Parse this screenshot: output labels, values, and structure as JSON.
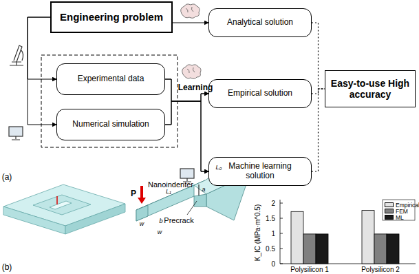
{
  "diagram": {
    "nodes": [
      {
        "text": [
          "Engineering problem"
        ]
      },
      {
        "text": [
          "Analytical solution"
        ]
      },
      {
        "text": [
          "Empirical solution"
        ]
      },
      {
        "text": [
          "Experimental data"
        ]
      },
      {
        "text": [
          "Numerical simulation"
        ]
      },
      {
        "text": [
          "Machine learning solution"
        ]
      },
      {
        "text": [
          "Easy-to-use High accuracy"
        ]
      }
    ],
    "edges": [
      {
        "from": 0,
        "to": 1,
        "arrow": "to"
      },
      {
        "from": 0,
        "to": 3,
        "arrow": "to"
      },
      {
        "from": 0,
        "to": 4,
        "arrow": "to"
      },
      {
        "from": 3,
        "to": 2,
        "arrow": "to"
      },
      {
        "from": 3,
        "to": 5,
        "arrow": "to"
      },
      {
        "from": 4,
        "to": 2,
        "arrow": "to"
      },
      {
        "from": 4,
        "to": 5,
        "arrow": "to"
      },
      {
        "from": 1,
        "to": 6,
        "arrow": "none"
      },
      {
        "from": 2,
        "to": 6,
        "arrow": "none"
      },
      {
        "from": 5,
        "to": 6,
        "arrow": "none"
      }
    ],
    "labels": [
      "Learning",
      "(a)",
      "(b)",
      "P",
      "Nanoindenter",
      "Precrack",
      "L₁",
      "L₀",
      "a",
      "b",
      "w",
      "w",
      "0",
      "0.5",
      "1",
      "1.5",
      "2",
      "K_IC (MPa·m^0.5)",
      "Polysilicon 1",
      "Polysilicon 2"
    ],
    "legend": [
      {
        "text": "Empirical",
        "color": "#e3e3e3"
      },
      {
        "text": "FEM",
        "color": "#808080"
      },
      {
        "text": "ML",
        "color": "#1a1a1a"
      }
    ]
  }
}
